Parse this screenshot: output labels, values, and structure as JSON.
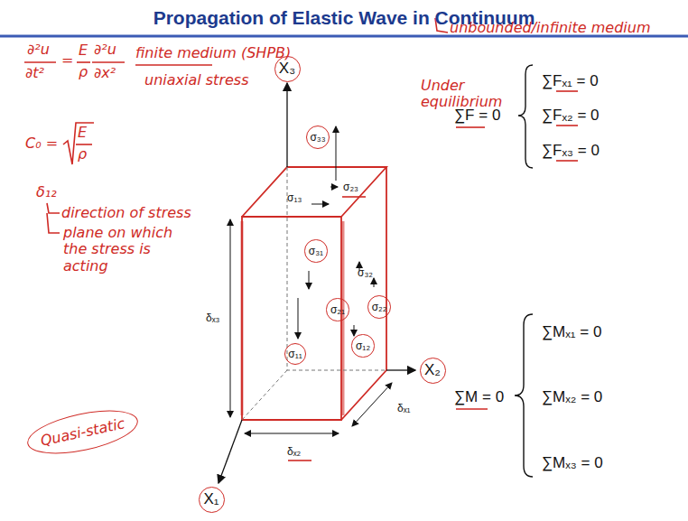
{
  "diagram": {
    "title": "Propagation of Elastic Wave in Continuum",
    "nodes": [
      {
        "text": [
          "X₃"
        ]
      },
      {
        "text": [
          "σ₃₃"
        ]
      },
      {
        "text": [
          "σ₃₁"
        ]
      },
      {
        "text": [
          "σ₂₁"
        ]
      },
      {
        "text": [
          "σ₂₂"
        ]
      },
      {
        "text": [
          "σ₁₂"
        ]
      },
      {
        "text": [
          "σ₁₁"
        ]
      },
      {
        "text": [
          "X₂"
        ]
      },
      {
        "text": [
          "X₁"
        ]
      },
      {
        "text": [
          "Quasi-static"
        ]
      }
    ],
    "labels": [
      "∂²u",
      "∂t²",
      "=",
      "E",
      "ρ",
      "∂²u",
      "∂x²",
      "finite medium (SHPB)",
      "uniaxial stress",
      "C₀ =",
      "E",
      "ρ",
      "δ₁₂",
      "direction of stress",
      "plane on which the stress is acting",
      "unbounded/infinite medium",
      "Under equilibrium",
      "∑F = 0",
      "∑Fₓ₁ = 0",
      "∑Fₓ₂ = 0",
      "∑Fₓ₃ = 0",
      "∑M = 0",
      "∑Mₓ₁ = 0",
      "∑Mₓ₂ = 0",
      "∑Mₓ₃ = 0",
      "σ₁₃",
      "σ₂₃",
      "σ₃₂",
      "δₓ₃",
      "δₓ₂",
      "δₓ₁"
    ]
  }
}
